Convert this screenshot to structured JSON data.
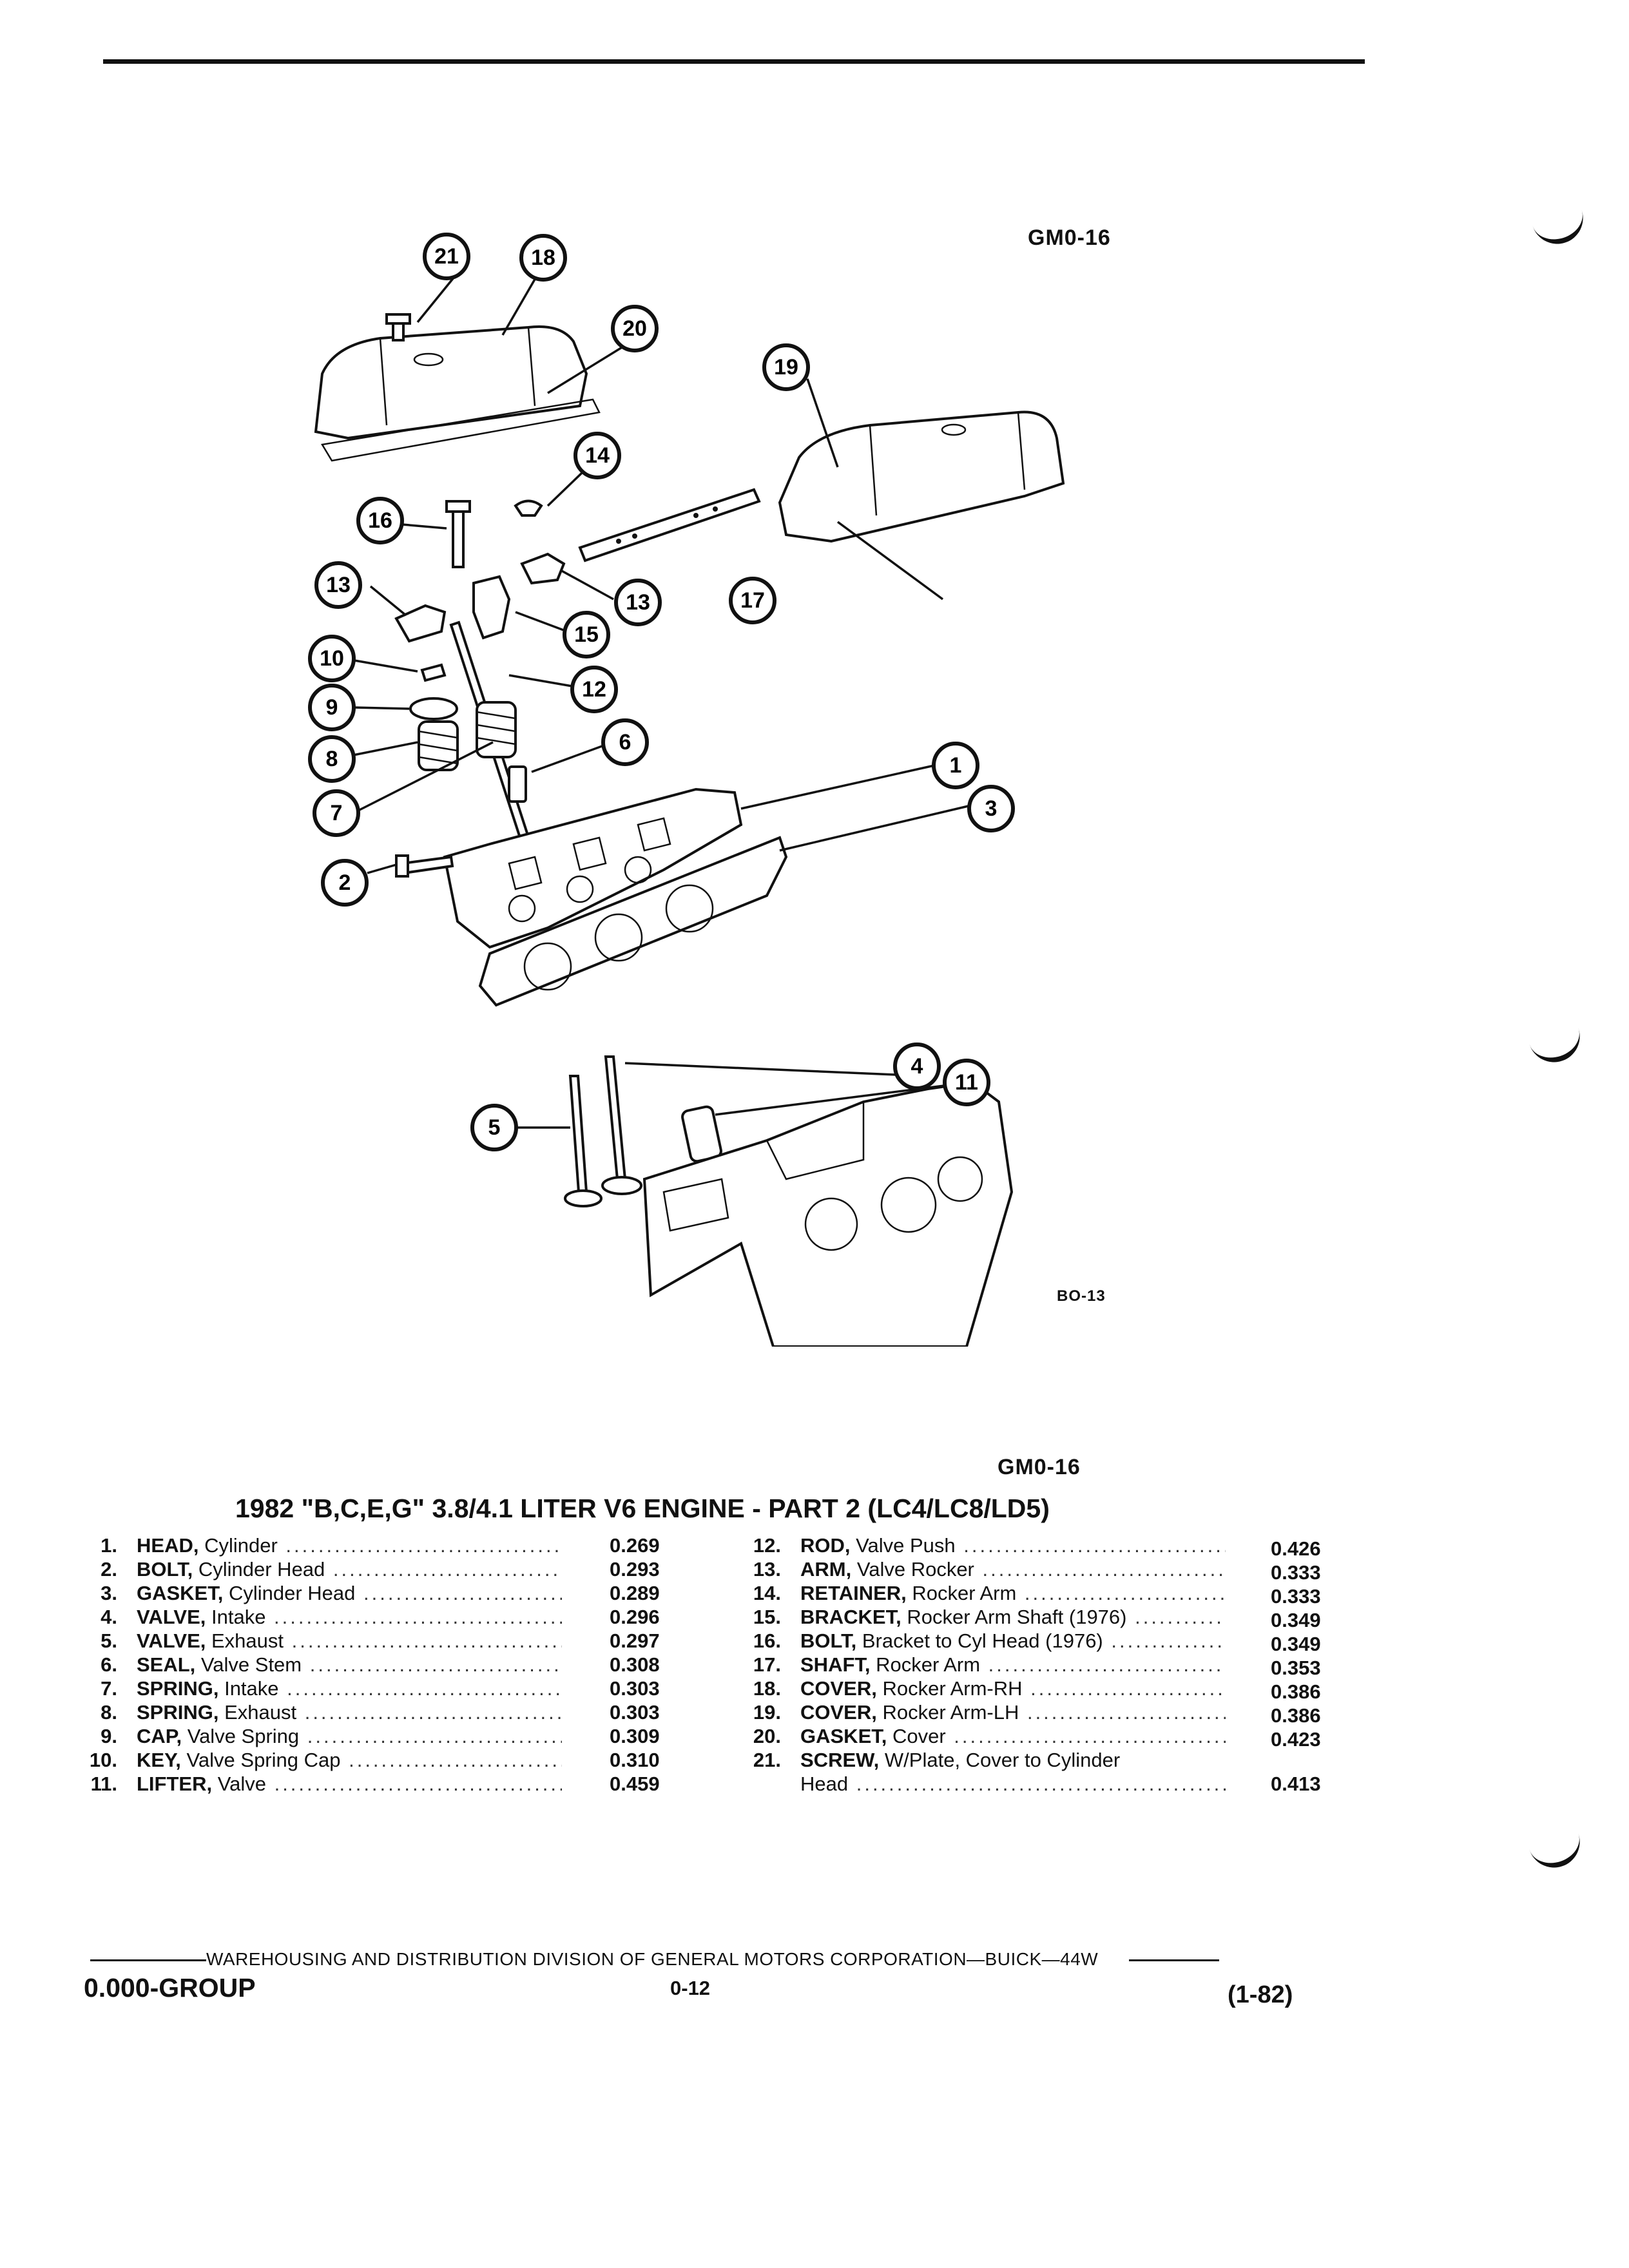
{
  "figure_code_top": "GM0-16",
  "figure_code_caption": "GM0-16",
  "illustration_code": "BO-13",
  "callouts": [
    "21",
    "18",
    "20",
    "19",
    "14",
    "16",
    "13",
    "13",
    "17",
    "15",
    "10",
    "12",
    "9",
    "8",
    "6",
    "1",
    "7",
    "3",
    "2",
    "4",
    "11",
    "5"
  ],
  "table": {
    "title": "1982 \"B,C,E,G\" 3.8/4.1 LITER V6 ENGINE - PART 2 (LC4/LC8/LD5)",
    "left": [
      {
        "num": "1.",
        "name": "HEAD,",
        "desc": " Cylinder",
        "value": "0.269"
      },
      {
        "num": "2.",
        "name": "BOLT,",
        "desc": " Cylinder Head",
        "value": "0.293"
      },
      {
        "num": "3.",
        "name": "GASKET,",
        "desc": " Cylinder Head",
        "value": "0.289"
      },
      {
        "num": "4.",
        "name": "VALVE,",
        "desc": " Intake",
        "value": "0.296"
      },
      {
        "num": "5.",
        "name": "VALVE,",
        "desc": " Exhaust",
        "value": "0.297"
      },
      {
        "num": "6.",
        "name": "SEAL,",
        "desc": " Valve Stem",
        "value": "0.308"
      },
      {
        "num": "7.",
        "name": "SPRING,",
        "desc": " Intake",
        "value": "0.303"
      },
      {
        "num": "8.",
        "name": "SPRING,",
        "desc": " Exhaust",
        "value": "0.303"
      },
      {
        "num": "9.",
        "name": "CAP,",
        "desc": " Valve Spring",
        "value": "0.309"
      },
      {
        "num": "10.",
        "name": "KEY,",
        "desc": " Valve Spring Cap",
        "value": "0.310"
      },
      {
        "num": "11.",
        "name": "LIFTER,",
        "desc": " Valve",
        "value": "0.459"
      }
    ],
    "right": [
      {
        "num": "12.",
        "name": "ROD,",
        "desc": " Valve Push",
        "value": "0.426"
      },
      {
        "num": "13.",
        "name": "ARM,",
        "desc": " Valve Rocker",
        "value": "0.333"
      },
      {
        "num": "14.",
        "name": "RETAINER,",
        "desc": " Rocker Arm",
        "value": "0.333"
      },
      {
        "num": "15.",
        "name": "BRACKET,",
        "desc": " Rocker Arm Shaft (1976)",
        "value": "0.349"
      },
      {
        "num": "16.",
        "name": "BOLT,",
        "desc": " Bracket to Cyl Head (1976)",
        "value": "0.349"
      },
      {
        "num": "17.",
        "name": "SHAFT,",
        "desc": " Rocker Arm",
        "value": "0.353"
      },
      {
        "num": "18.",
        "name": "COVER,",
        "desc": " Rocker Arm-RH",
        "value": "0.386"
      },
      {
        "num": "19.",
        "name": "COVER,",
        "desc": " Rocker Arm-LH",
        "value": "0.386"
      },
      {
        "num": "20.",
        "name": "GASKET,",
        "desc": " Cover",
        "value": "0.423"
      },
      {
        "num": "21.",
        "name": "SCREW,",
        "desc": " W/Plate, Cover to Cylinder",
        "desc2": "Head",
        "value": "0.413"
      }
    ]
  },
  "footer": {
    "line": "WAREHOUSING AND DISTRIBUTION  DIVISION OF GENERAL MOTORS CORPORATION—BUICK—44W",
    "left": "0.000-GROUP",
    "center": "0-12",
    "right": "(1-82)"
  }
}
